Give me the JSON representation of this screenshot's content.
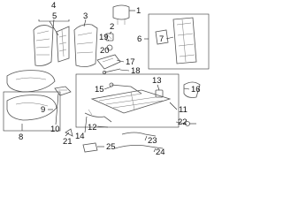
{
  "callouts": [
    {
      "id": "c1",
      "label": "1"
    },
    {
      "id": "c2",
      "label": "2"
    },
    {
      "id": "c3",
      "label": "3"
    },
    {
      "id": "c4",
      "label": "4"
    },
    {
      "id": "c5",
      "label": "5"
    },
    {
      "id": "c6",
      "label": "6"
    },
    {
      "id": "c7",
      "label": "7"
    },
    {
      "id": "c8",
      "label": "8"
    },
    {
      "id": "c9",
      "label": "9"
    },
    {
      "id": "c10",
      "label": "10"
    },
    {
      "id": "c11",
      "label": "11"
    },
    {
      "id": "c12",
      "label": "12"
    },
    {
      "id": "c13",
      "label": "13"
    },
    {
      "id": "c14",
      "label": "14"
    },
    {
      "id": "c15",
      "label": "15"
    },
    {
      "id": "c16",
      "label": "16"
    },
    {
      "id": "c17",
      "label": "17"
    },
    {
      "id": "c18",
      "label": "18"
    },
    {
      "id": "c19",
      "label": "19"
    },
    {
      "id": "c20",
      "label": "20"
    },
    {
      "id": "c21",
      "label": "21"
    },
    {
      "id": "c22",
      "label": "22"
    },
    {
      "id": "c23",
      "label": "23"
    },
    {
      "id": "c24",
      "label": "24"
    },
    {
      "id": "c25",
      "label": "25"
    }
  ],
  "colors": {
    "line": "#555555",
    "text": "#111111",
    "background": "#ffffff"
  }
}
